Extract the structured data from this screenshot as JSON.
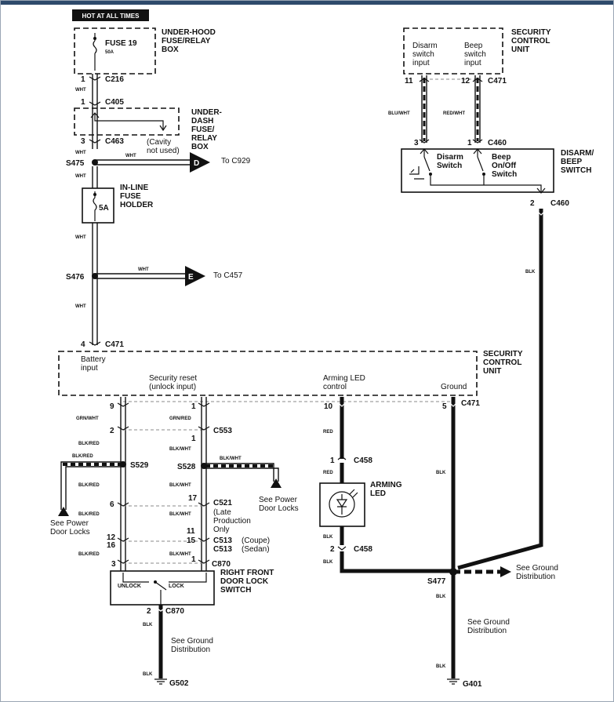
{
  "header": {
    "hot_label": "HOT AT ALL TIMES"
  },
  "fuse_box": {
    "fuse": "FUSE 19",
    "rating": "50A",
    "title": [
      "UNDER-HOOD",
      "FUSE/RELAY",
      "BOX"
    ]
  },
  "underdash": {
    "title": [
      "UNDER-",
      "DASH",
      "FUSE/",
      "RELAY",
      "BOX"
    ],
    "cavity": [
      "(Cavity",
      "not used)"
    ]
  },
  "inline_fuse": {
    "rating": "5A",
    "title": [
      "IN-LINE",
      "FUSE",
      "HOLDER"
    ]
  },
  "connectors": {
    "c216": "C216",
    "c405": "C405",
    "c463": "C463",
    "c471": "C471",
    "c460": "C460",
    "c553": "C553",
    "c521": "C521",
    "c513": "C513",
    "c870": "C870",
    "c458": "C458"
  },
  "pins": {
    "p1a": "1",
    "p1b": "1",
    "p3": "3",
    "p4": "4",
    "p11": "11",
    "p12": "12",
    "p3b": "3",
    "p1c": "1",
    "p2": "2",
    "p9": "9",
    "p1d": "1",
    "p10": "10",
    "p5": "5",
    "p2b": "2",
    "p1e": "1",
    "p6": "6",
    "p17": "17",
    "p12b": "12",
    "p11b": "11",
    "p16": "16",
    "p15": "15",
    "p3c": "3",
    "p1f": "1",
    "p2c": "2",
    "p1g": "1",
    "p2d": "2"
  },
  "splices": {
    "s475": "S475",
    "s476": "S476",
    "s529": "S529",
    "s528": "S528",
    "s477": "S477"
  },
  "wires": {
    "wht": "WHT",
    "blk": "BLK",
    "red": "RED",
    "grn_wht": "GRN/WHT",
    "grn_red": "GRN/RED",
    "blk_red": "BLK/RED",
    "blk_wht": "BLK/WHT",
    "blu_wht": "BLU/WHT",
    "red_wht": "RED/WHT"
  },
  "offpage": {
    "d_letter": "D",
    "d_to": "To C929",
    "e_letter": "E",
    "e_to": "To C457"
  },
  "security_unit_top": {
    "title": [
      "SECURITY",
      "CONTROL",
      "UNIT"
    ],
    "disarm_input": [
      "Disarm",
      "switch",
      "input"
    ],
    "beep_input": [
      "Beep",
      "switch",
      "input"
    ]
  },
  "disarm_beep_switch": {
    "title": [
      "DISARM/",
      "BEEP",
      "SWITCH"
    ],
    "disarm": [
      "Disarm",
      "Switch"
    ],
    "beep": [
      "Beep",
      "On/Off",
      "Switch"
    ]
  },
  "security_unit_main": {
    "title": [
      "SECURITY",
      "CONTROL",
      "UNIT"
    ],
    "battery": [
      "Battery",
      "input"
    ],
    "reset": [
      "Security reset",
      "(unlock input)"
    ],
    "arming": [
      "Arming LED",
      "control"
    ],
    "ground": "Ground"
  },
  "notes": {
    "power_door_locks_left": [
      "See Power",
      "Door Locks"
    ],
    "power_door_locks_right": [
      "See Power",
      "Door Locks"
    ],
    "late_production": [
      "(Late",
      "Production",
      "Only"
    ],
    "coupe": "(Coupe)",
    "sedan": "(Sedan)",
    "ground_dist_left": [
      "See Ground",
      "Distribution"
    ],
    "ground_dist_mid": [
      "See Ground",
      "Distribution"
    ],
    "ground_dist_right": [
      "See Ground",
      "Distribution"
    ]
  },
  "arming_led": {
    "title": [
      "ARMING",
      "LED"
    ]
  },
  "door_lock_switch": {
    "title": [
      "RIGHT FRONT",
      "DOOR LOCK",
      "SWITCH"
    ],
    "unlock": "UNLOCK",
    "lock": "LOCK"
  },
  "grounds": {
    "g502": "G502",
    "g401": "G401"
  }
}
